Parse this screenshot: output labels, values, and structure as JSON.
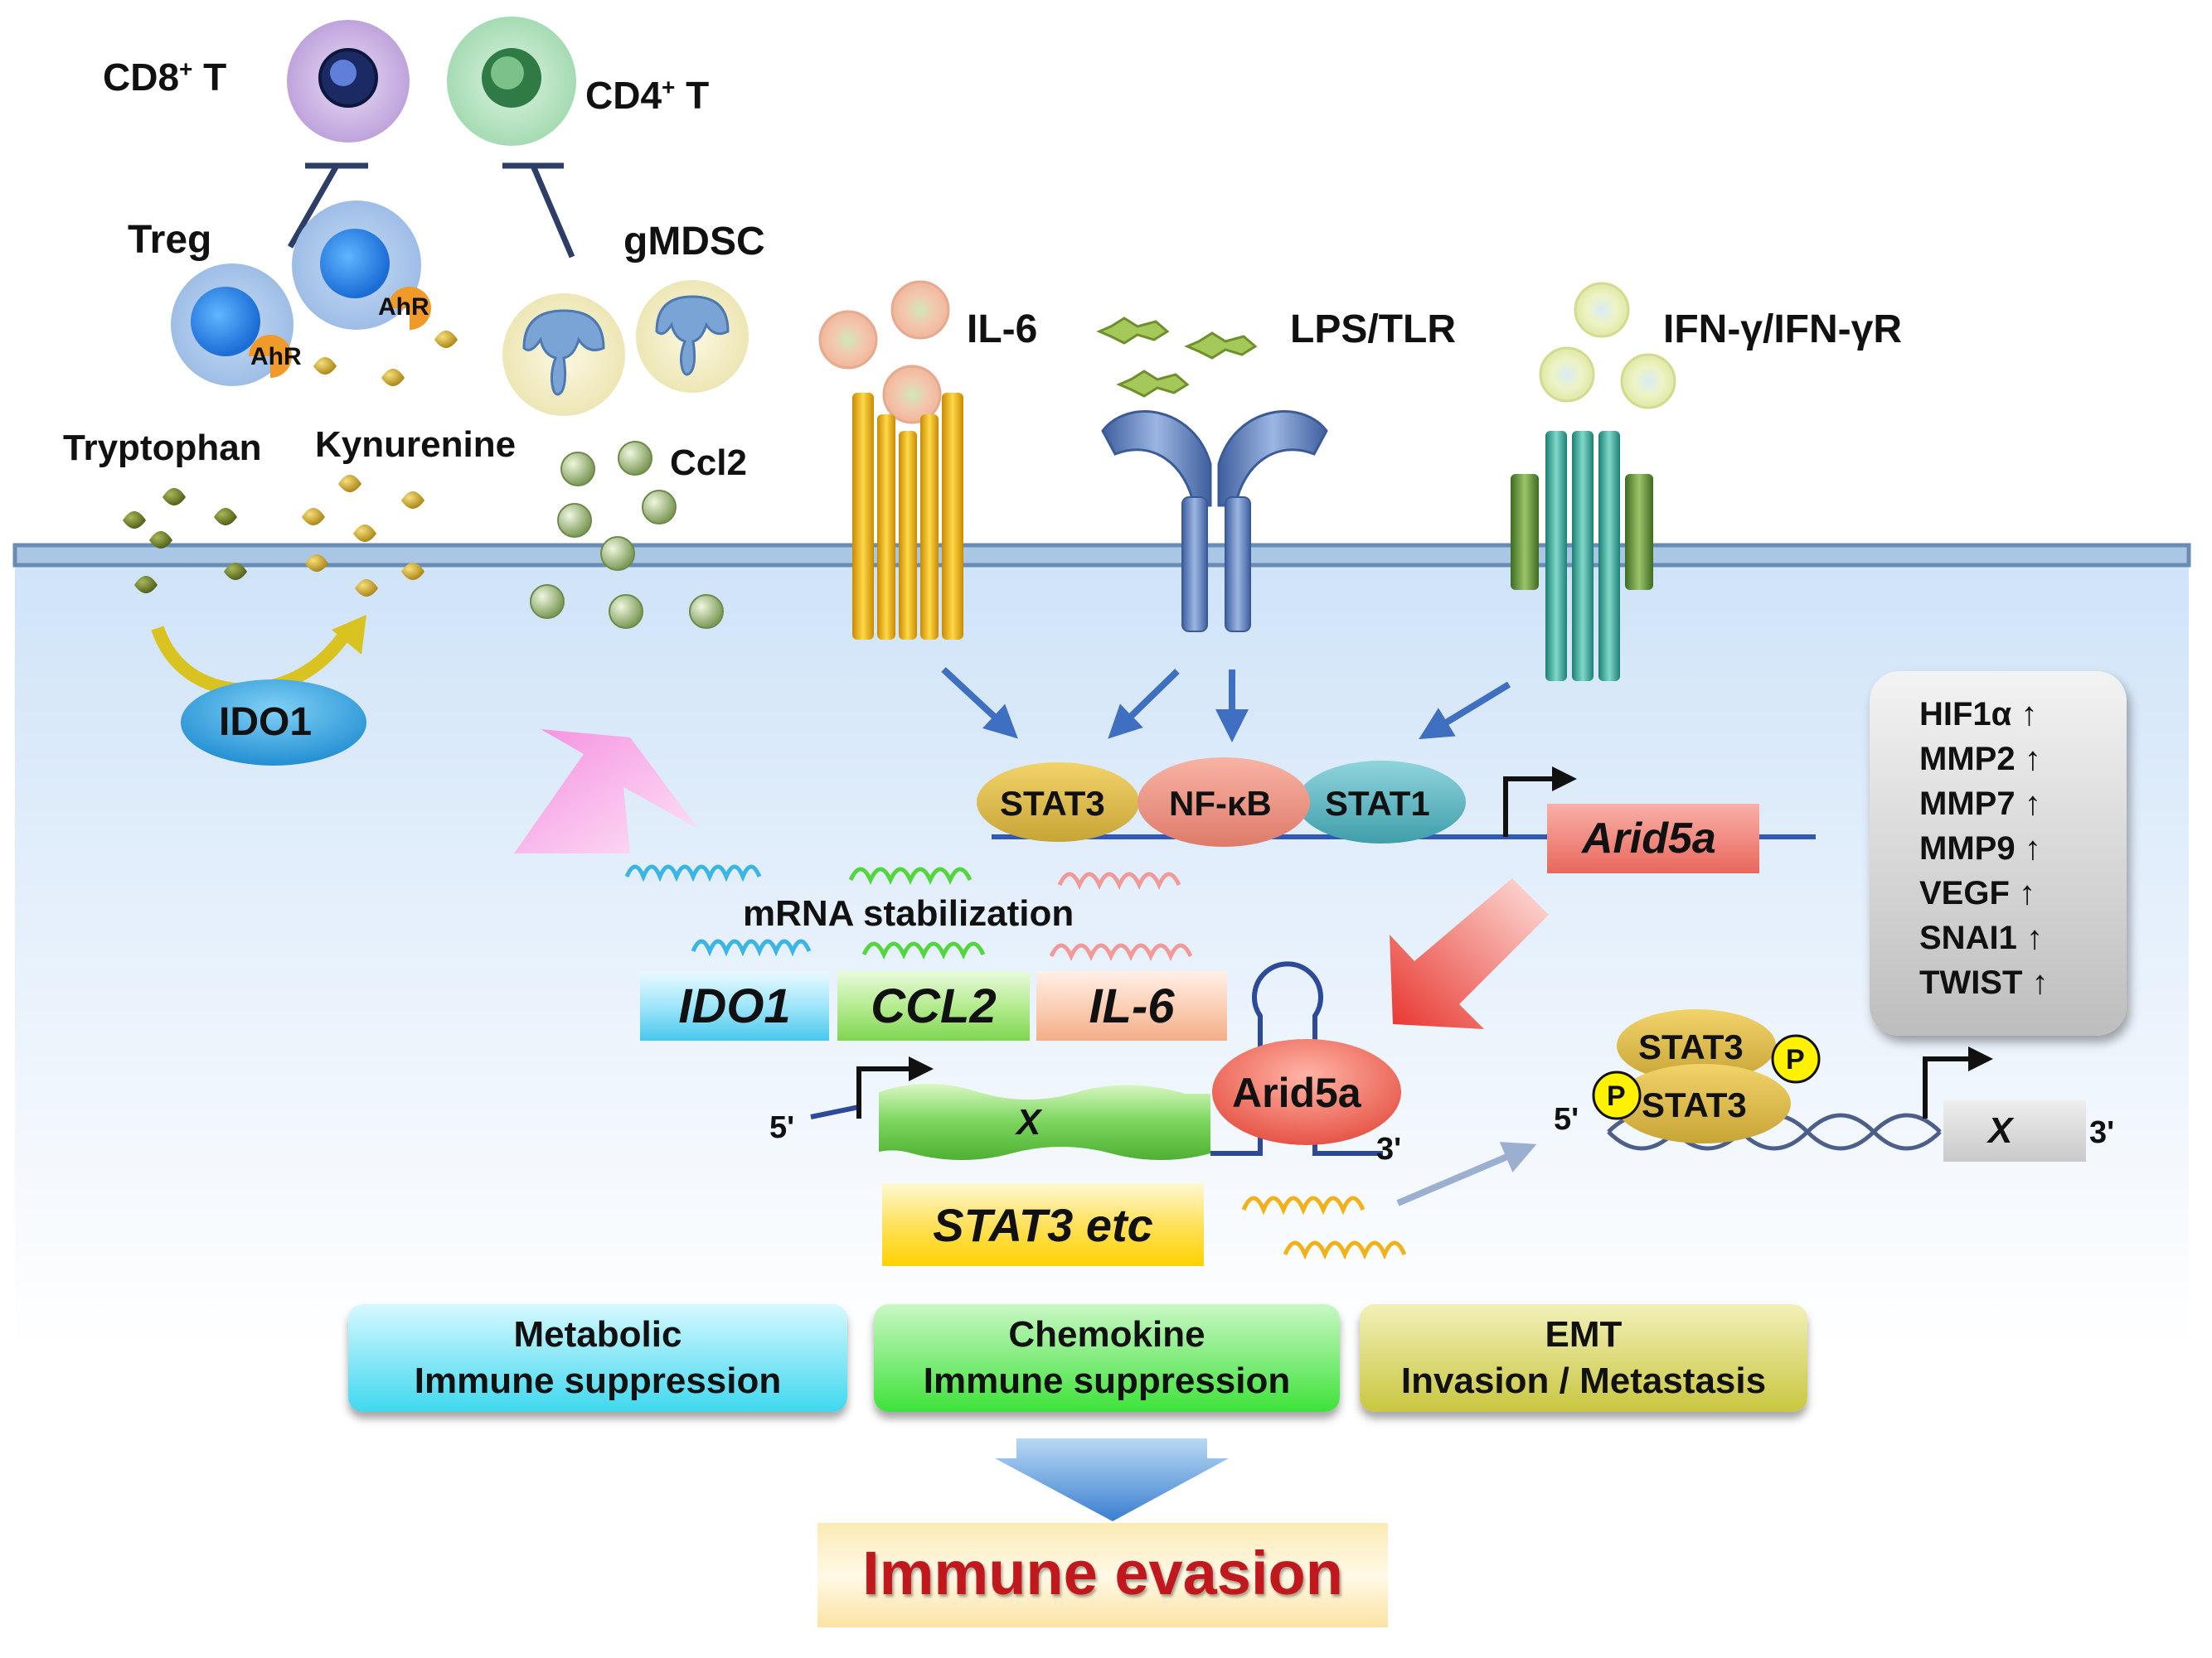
{
  "labels": {
    "cd8_prefix": "CD8",
    "cd8_sup": "+",
    "cd8_suffix": " T",
    "cd4_prefix": "CD4",
    "cd4_sup": "+",
    "cd4_suffix": " T",
    "treg": "Treg",
    "gmdsc": "gMDSC",
    "ahr": "AhR",
    "tryptophan": "Tryptophan",
    "kynurenine": "Kynurenine",
    "ccl2": "Ccl2",
    "ido1_enzyme": "IDO1",
    "il6": "IL-6",
    "lps_tlr": "LPS/TLR",
    "ifn": "IFN-γ/IFN-γR",
    "stat3": "STAT3",
    "nfkb": "NF-κB",
    "stat1": "STAT1",
    "arid5a_gene": "Arid5a",
    "mrna_stabilization": "mRNA stabilization",
    "ido1_gene": "IDO1",
    "ccl2_gene": "CCL2",
    "il6_gene": "IL-6",
    "arid5a_protein": "Arid5a",
    "x_gene": "X",
    "five_prime": "5'",
    "three_prime": "3'",
    "stat3_etc": "STAT3 etc",
    "stat3_dimer_top": "STAT3",
    "stat3_dimer_bottom": "STAT3",
    "phospho": "P",
    "x_target": "X",
    "immune_evasion": "Immune evasion"
  },
  "emt_markers": [
    {
      "name": "HIF1α",
      "arrow": "↑"
    },
    {
      "name": "MMP2",
      "arrow": "↑"
    },
    {
      "name": "MMP7",
      "arrow": "↑"
    },
    {
      "name": "MMP9",
      "arrow": "↑"
    },
    {
      "name": "VEGF",
      "arrow": "↑"
    },
    {
      "name": "SNAI1",
      "arrow": "↑"
    },
    {
      "name": "TWIST",
      "arrow": "↑"
    }
  ],
  "outcomes": [
    {
      "line1": "Metabolic",
      "line2": "Immune suppression",
      "color": "#3fd8ee"
    },
    {
      "line1": "Chemokine",
      "line2": "Immune suppression",
      "color": "#3ee23a"
    },
    {
      "line1": "EMT",
      "line2": "Invasion / Metastasis",
      "color": "#c9c640"
    }
  ],
  "colors": {
    "cytoplasm": "#d6e8fb",
    "membrane": "#6a8cb3",
    "immune_evasion_text": "#c0181c",
    "arrow_blue": "#3f6fc0",
    "arrow_pink": "#f7a3e6",
    "arrow_red": "#e8352e"
  }
}
